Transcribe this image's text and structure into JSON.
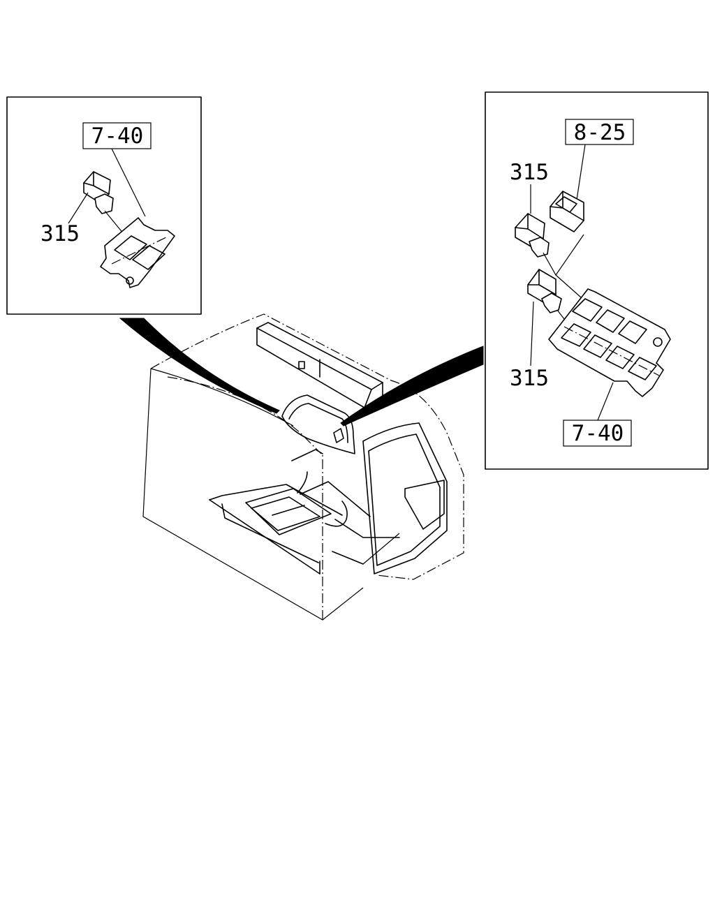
{
  "callouts": {
    "left_box": {
      "ref_label": "7-40",
      "part_label": "315"
    },
    "right_box": {
      "ref_label_top": "8-25",
      "part_label_top": "315",
      "part_label_bottom": "315",
      "ref_label_bottom": "7-40"
    }
  }
}
